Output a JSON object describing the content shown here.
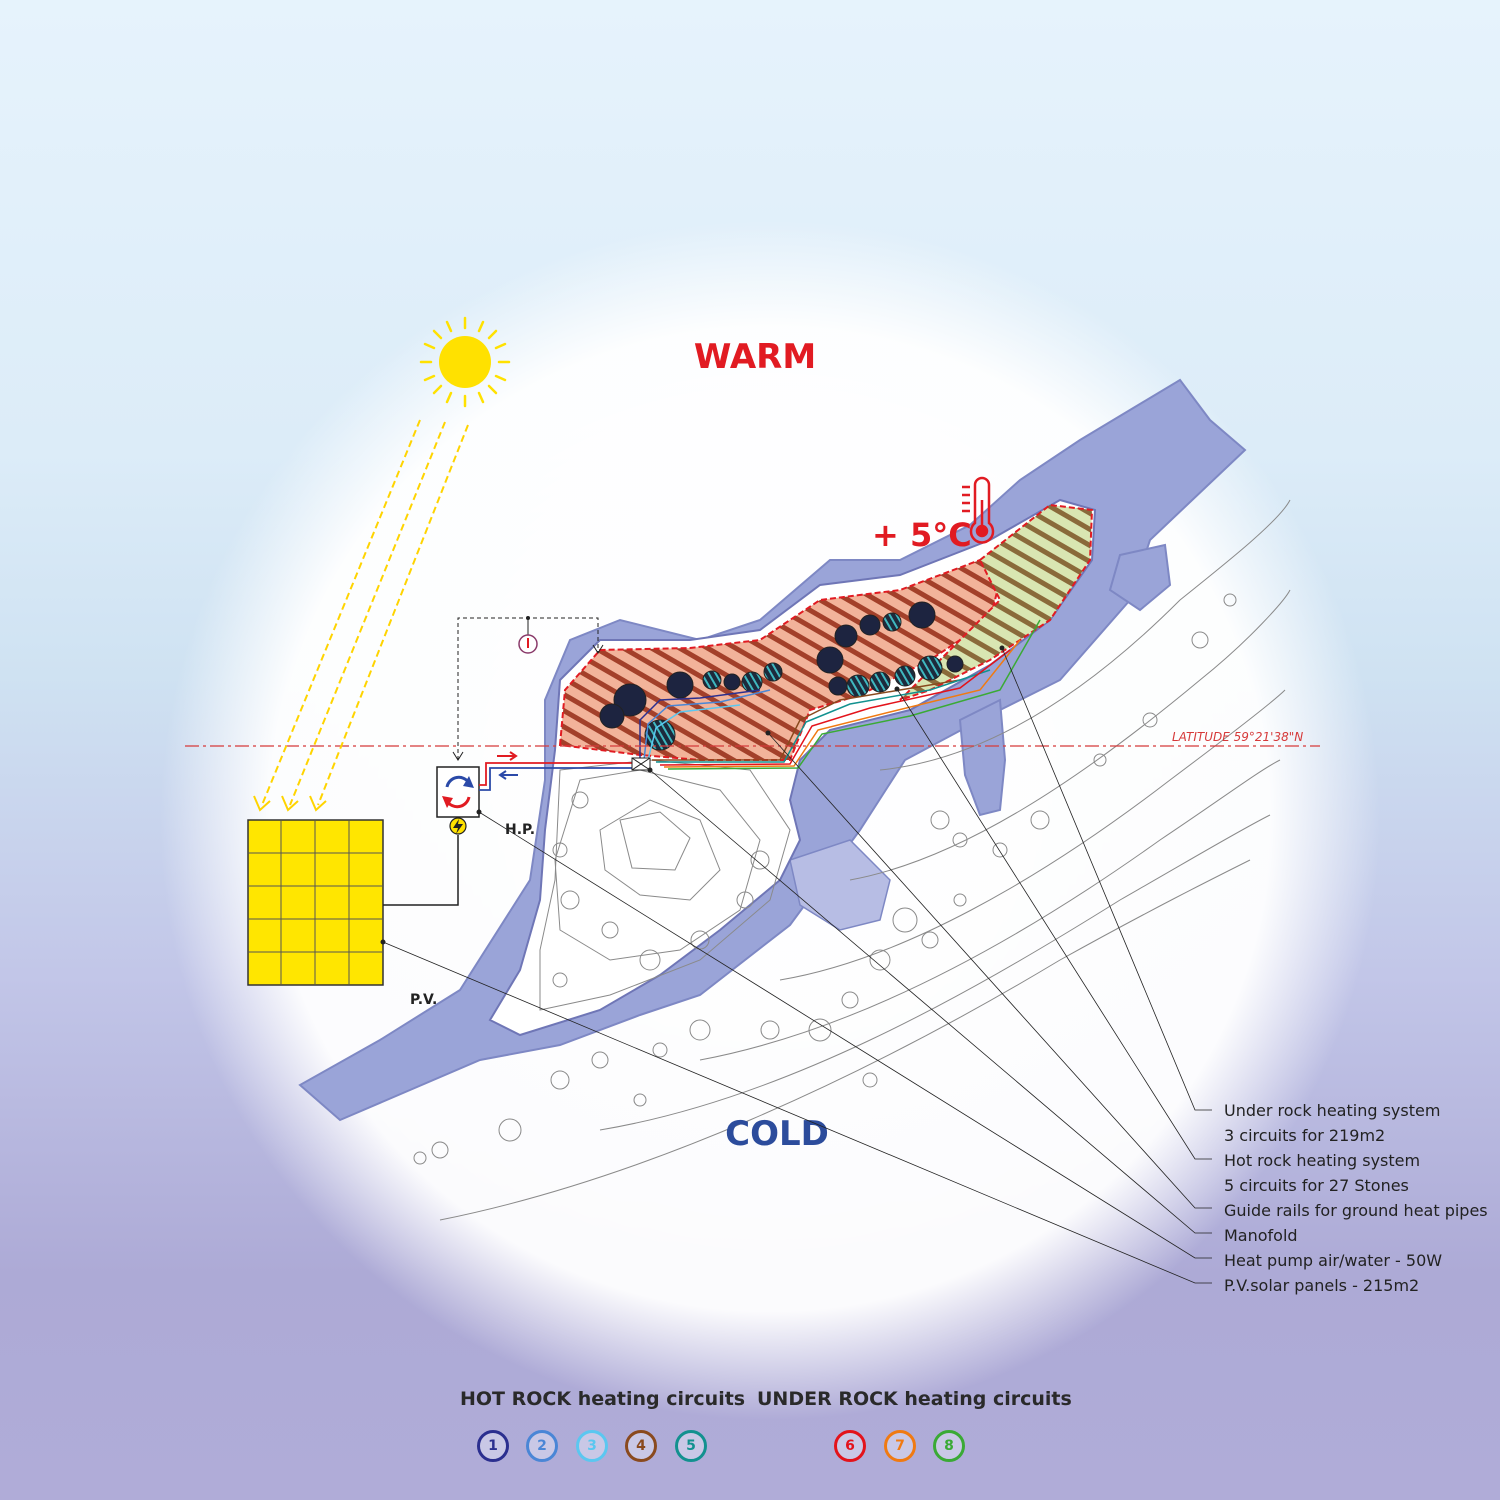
{
  "labels": {
    "warm": "WARM",
    "cold": "COLD",
    "temperature": "+ 5°C",
    "latitude": "LATITUDE 59°21'38\"N",
    "heat_pump": "H.P.",
    "pv": "P.V."
  },
  "legend": [
    "Under rock heating system",
    "3 circuits  for 219m2",
    "Hot rock  heating system",
    "5 circuits for 27 Stones",
    "Guide rails for ground heat pipes",
    "Manofold",
    "Heat pump air/water - 50W",
    "P.V.solar panels - 215m2"
  ],
  "circuits": {
    "hot_rock_title": "HOT ROCK heating circuits",
    "under_rock_title": "UNDER ROCK heating circuits",
    "hot_rock": [
      {
        "num": "1",
        "color": "#2b2f8f"
      },
      {
        "num": "2",
        "color": "#4a86d6"
      },
      {
        "num": "3",
        "color": "#5bc7f0"
      },
      {
        "num": "4",
        "color": "#8a4a1e"
      },
      {
        "num": "5",
        "color": "#12918f"
      }
    ],
    "under_rock": [
      {
        "num": "6",
        "color": "#e3131b"
      },
      {
        "num": "7",
        "color": "#f07a12"
      },
      {
        "num": "8",
        "color": "#3aaa35"
      }
    ]
  },
  "colors": {
    "warm": "#e11b22",
    "cold": "#2c4c9c",
    "sun": "#ffe100",
    "panel": "#ffe600",
    "water": "#9aa4d8",
    "heated_zone": "#e97f5f",
    "under_zone": "#a9c97e"
  },
  "icons": [
    "sun-icon",
    "thermometer-icon",
    "thermostat-icon",
    "heat-pump-icon",
    "lightning-icon"
  ]
}
